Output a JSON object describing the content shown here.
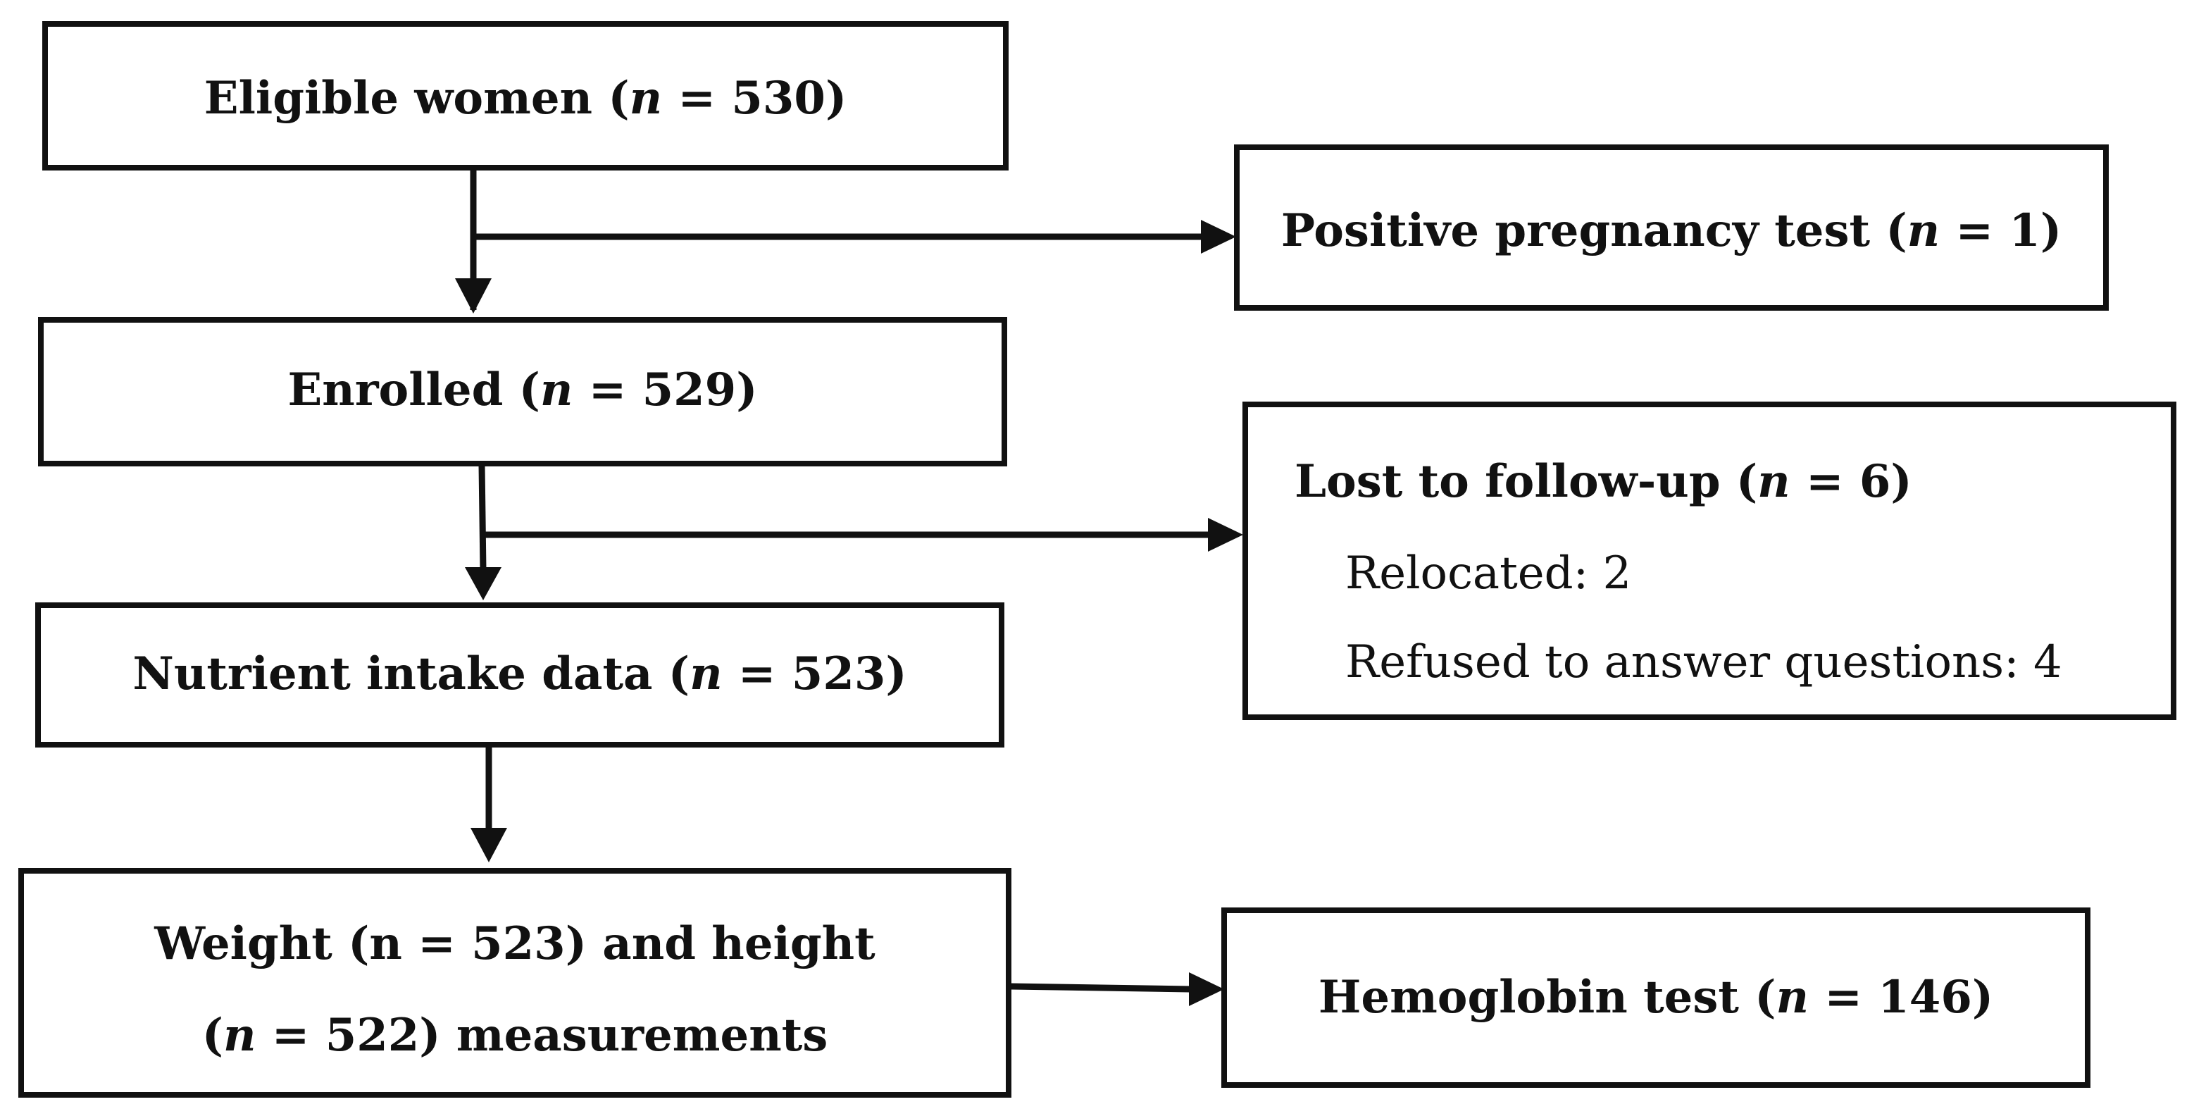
{
  "flowchart": {
    "eligible": {
      "pre": "Eligible women (",
      "var": "n",
      "post": " = 530)"
    },
    "pregnancy": {
      "pre": "Positive pregnancy test (",
      "var": "n",
      "post": " = 1)"
    },
    "enrolled": {
      "pre": "Enrolled (",
      "var": "n",
      "post": " = 529)"
    },
    "lost": {
      "pre": "Lost to follow-up (",
      "var": "n",
      "post": " = 6)",
      "items": [
        "Relocated: 2",
        "Refused to answer questions: 4"
      ]
    },
    "nutrient": {
      "pre": "Nutrient intake data (",
      "var": "n",
      "post": " = 523)"
    },
    "measurements": {
      "line1": "Weight (n = 523) and height",
      "line2_pre": "(",
      "line2_var": "n",
      "line2_post": " = 522) measurements"
    },
    "hemoglobin": {
      "pre": "Hemoglobin test (",
      "var": "n",
      "post": " = 146)"
    }
  }
}
